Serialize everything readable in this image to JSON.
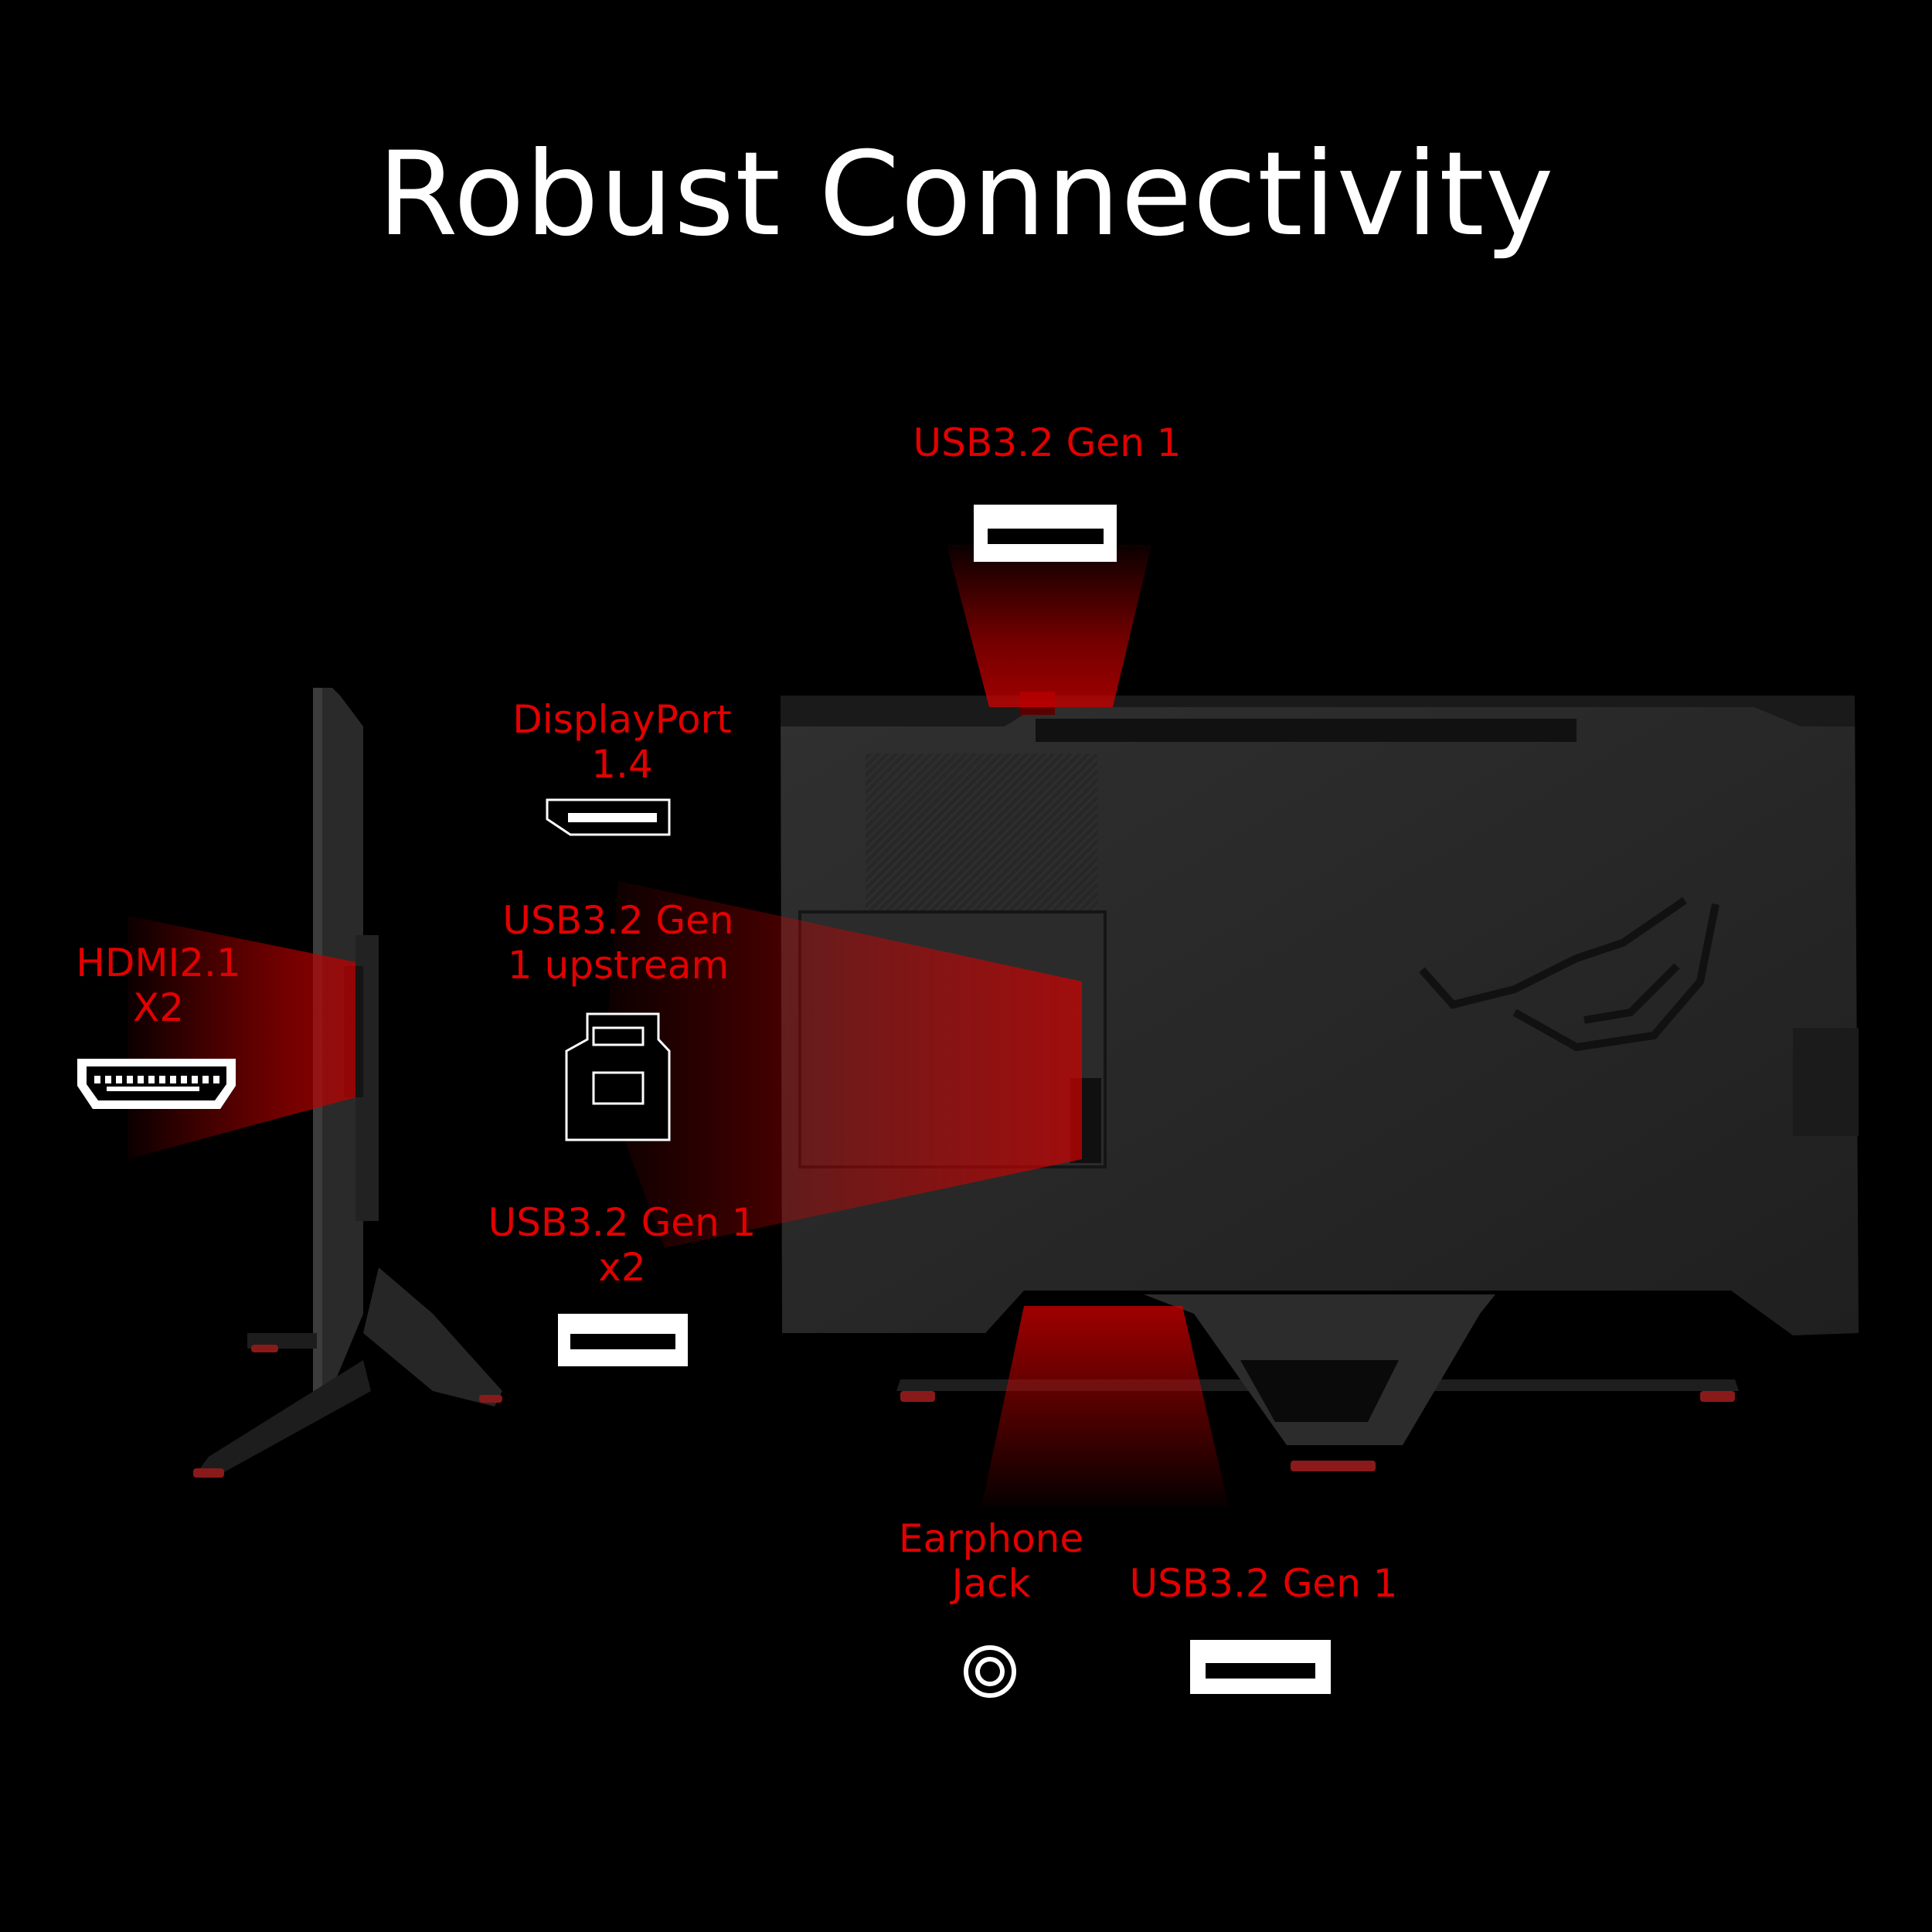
{
  "title": "Robust Connectivity",
  "colors": {
    "background": "#000000",
    "title": "#ffffff",
    "label": "#e30000",
    "beam": "#d40000",
    "monitor_body": "#2a2a2a"
  },
  "labels": {
    "usb_top": [
      "USB3.2 Gen 1"
    ],
    "displayport": [
      "DisplayPort",
      "1.4"
    ],
    "usb_upstream": [
      "USB3.2 Gen",
      "1 upstream"
    ],
    "hdmi": [
      "HDMI2.1",
      "X2"
    ],
    "usb_x2": [
      "USB3.2 Gen 1",
      "x2"
    ],
    "earphone": [
      "Earphone",
      "Jack"
    ],
    "usb_bottom": [
      "USB3.2 Gen 1"
    ]
  },
  "icons": {
    "usb_top": "usb-a-port-icon",
    "displayport": "displayport-icon",
    "usb_upstream": "usb-b-port-icon",
    "hdmi": "hdmi-port-icon",
    "usb_x2": "usb-a-port-icon",
    "earphone": "audio-jack-icon",
    "usb_bottom": "usb-a-port-icon"
  }
}
